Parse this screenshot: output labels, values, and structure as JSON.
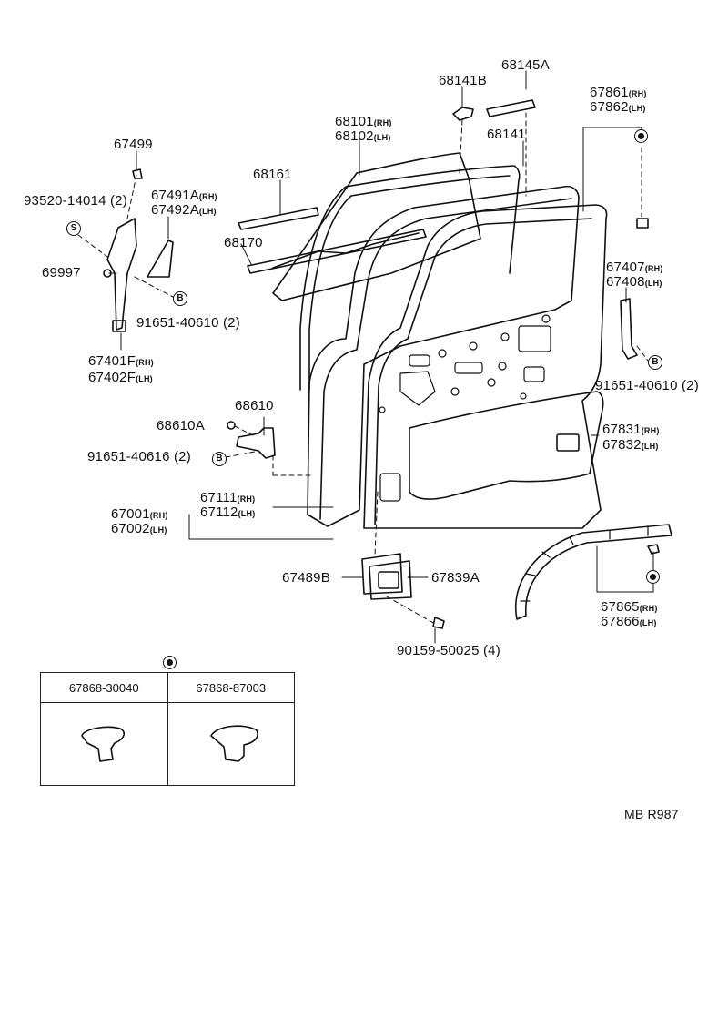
{
  "diagram_code": "MB R987",
  "labels": {
    "p68145A": "68145A",
    "p68141B": "68141B",
    "p68101": "68101",
    "p68102": "68102",
    "p68141": "68141",
    "p68161": "68161",
    "p68170": "68170",
    "p67861": "67861",
    "p67862": "67862",
    "p67499": "67499",
    "p93520": "93520-14014 (2)",
    "p67491A": "67491A",
    "p67492A": "67492A",
    "p69997": "69997",
    "p91651a": "91651-40610 (2)",
    "p67401F": "67401F",
    "p67402F": "67402F",
    "p67407": "67407",
    "p67408": "67408",
    "p91651b": "91651-40610 (2)",
    "p68610": "68610",
    "p68610A": "68610A",
    "p91651c": "91651-40616 (2)",
    "p67831": "67831",
    "p67832": "67832",
    "p67111": "67111",
    "p67112": "67112",
    "p67001": "67001",
    "p67002": "67002",
    "p67489B": "67489B",
    "p67839A": "67839A",
    "p67865": "67865",
    "p67866": "67866",
    "p90159": "90159-50025 (4)"
  },
  "side": {
    "rh": "(RH)",
    "lh": "(LH)"
  },
  "symbols": {
    "s": "S",
    "b": "B"
  },
  "clips": {
    "col1": "67868-30040",
    "col2": "67868-87003"
  }
}
